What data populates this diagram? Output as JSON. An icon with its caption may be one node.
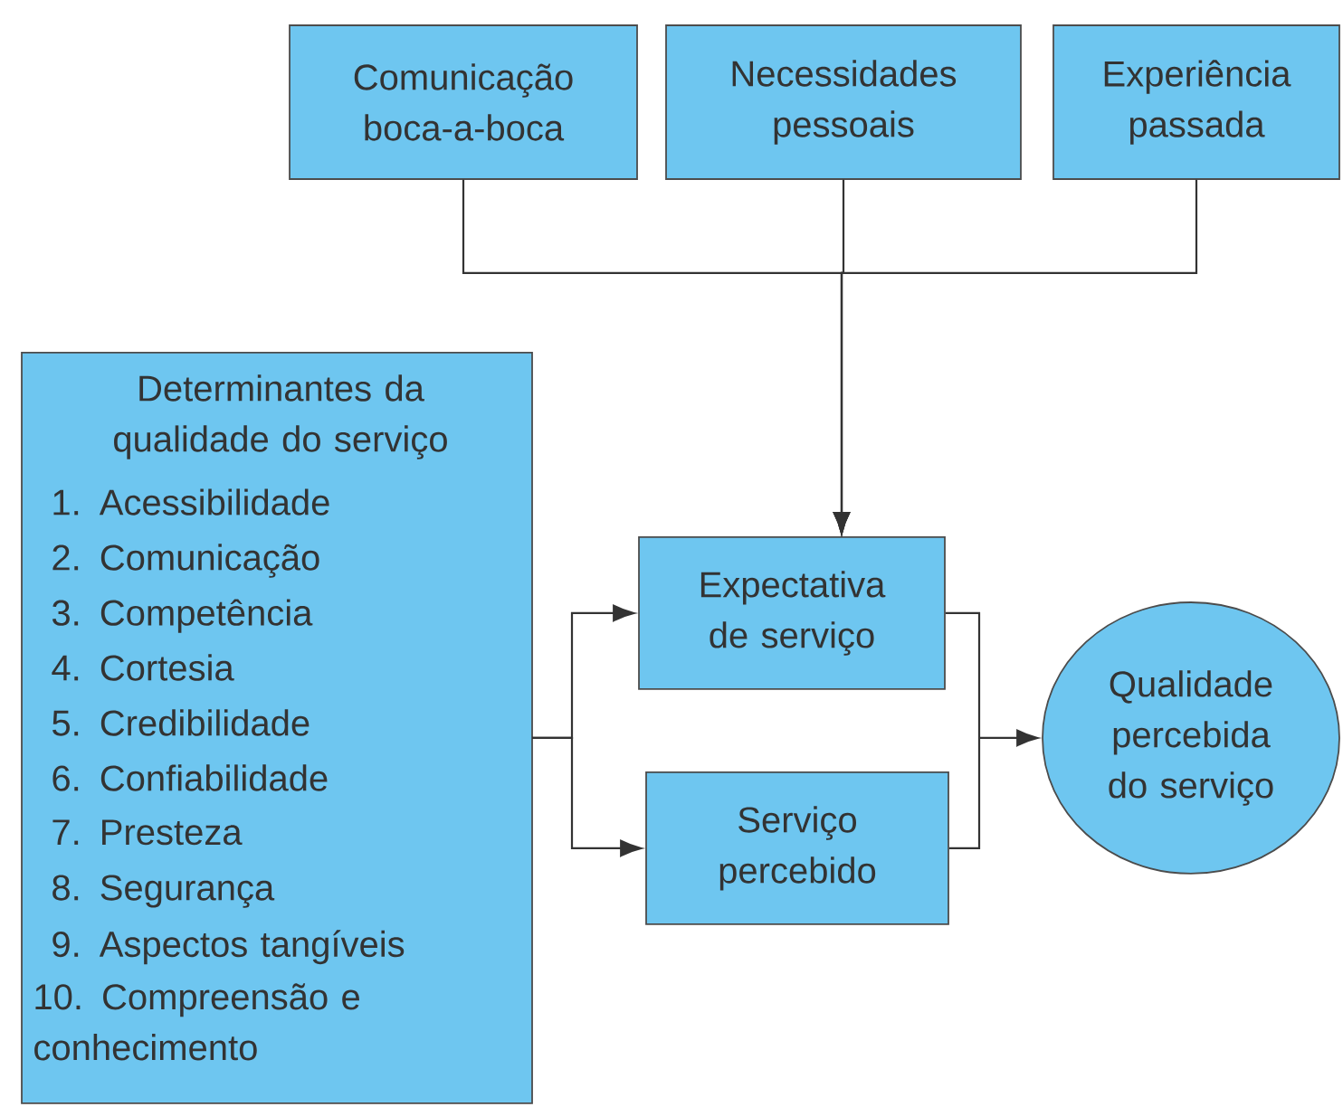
{
  "diagram": {
    "nodes": [
      {
        "text": [
          "Comunicação boca-a-boca"
        ]
      },
      {
        "text": [
          "Necessidades pessoais"
        ]
      },
      {
        "text": [
          "Experiência passada"
        ]
      },
      {
        "text": [
          "Determinantes da qualidade do serviço",
          "1. Acessibilidade",
          "2. Comunicação",
          "3. Competência",
          "4. Cortesia",
          "5. Credibilidade",
          "6. Confiabilidade",
          "7. Presteza",
          "8. Segurança",
          "9. Aspectos tangíveis",
          "10. Compreensão e conhecimento"
        ]
      },
      {
        "text": [
          "Expectativa de serviço"
        ]
      },
      {
        "text": [
          "Serviço percebido"
        ]
      },
      {
        "text": [
          "Qualidade percebida do serviço"
        ]
      }
    ],
    "edges": [
      {
        "from": 0,
        "to": 4,
        "arrow": "to"
      },
      {
        "from": 1,
        "to": 4,
        "arrow": "to"
      },
      {
        "from": 2,
        "to": 4,
        "arrow": "to"
      },
      {
        "from": 3,
        "to": 4,
        "arrow": "to"
      },
      {
        "from": 3,
        "to": 5,
        "arrow": "to"
      },
      {
        "from": 4,
        "to": 6,
        "arrow": "to"
      },
      {
        "from": 5,
        "to": 6,
        "arrow": "to"
      }
    ]
  }
}
